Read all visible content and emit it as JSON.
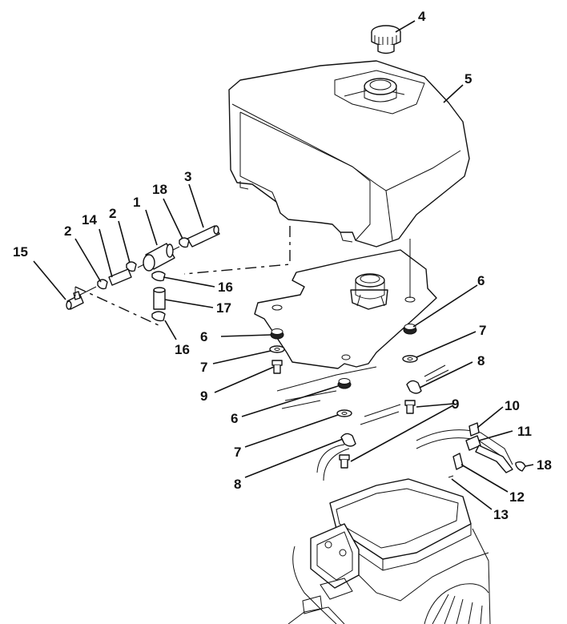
{
  "callouts": [
    "1",
    "2",
    "2",
    "3",
    "4",
    "5",
    "6",
    "6",
    "6",
    "7",
    "7",
    "7",
    "8",
    "8",
    "9",
    "9",
    "10",
    "11",
    "12",
    "13",
    "14",
    "15",
    "16",
    "16",
    "17",
    "18",
    "18"
  ]
}
